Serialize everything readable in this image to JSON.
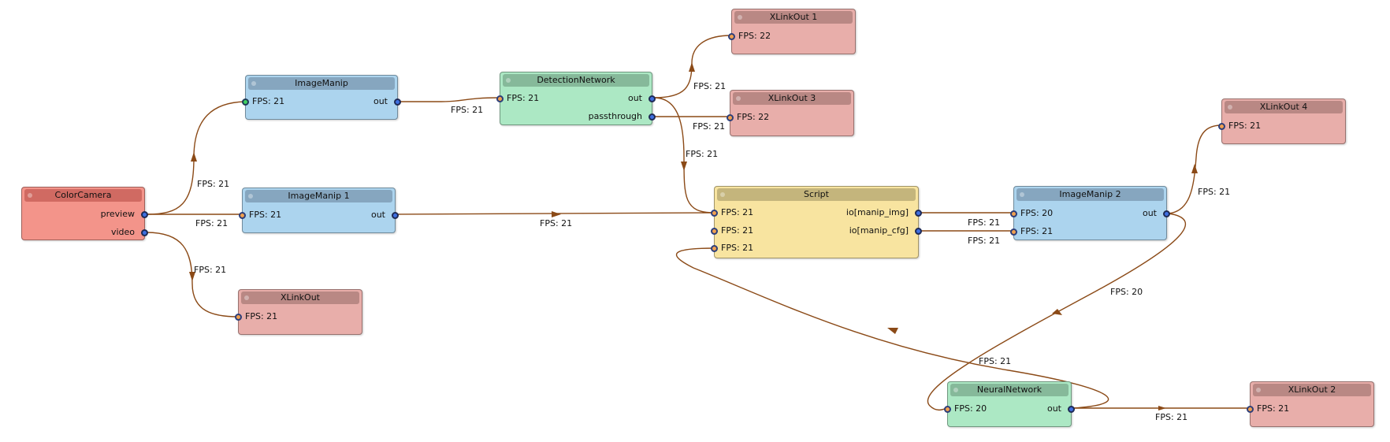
{
  "graph": {
    "colors": {
      "wire": "#8b4a17",
      "camera": "#f3948a",
      "xlink": "#e8aeaa",
      "manip": "#acd4ee",
      "network": "#ace8c4",
      "script": "#f8e4a0"
    },
    "nodes": {
      "color_camera": {
        "title": "ColorCamera",
        "out_preview": "preview",
        "out_video": "video"
      },
      "image_manip": {
        "title": "ImageManip",
        "in_fps": "FPS: 21",
        "out": "out"
      },
      "image_manip_1": {
        "title": "ImageManip 1",
        "in_fps": "FPS: 21",
        "out": "out"
      },
      "xlinkout": {
        "title": "XLinkOut",
        "in_fps": "FPS: 21"
      },
      "detection_network": {
        "title": "DetectionNetwork",
        "in_fps": "FPS: 21",
        "out": "out",
        "out_passthrough": "passthrough"
      },
      "xlinkout_1": {
        "title": "XLinkOut 1",
        "in_fps": "FPS: 22"
      },
      "xlinkout_3": {
        "title": "XLinkOut 3",
        "in_fps": "FPS: 22"
      },
      "script": {
        "title": "Script",
        "in1_fps": "FPS: 21",
        "in2_fps": "FPS: 21",
        "in3_fps": "FPS: 21",
        "out_manip_img": "io[manip_img]",
        "out_manip_cfg": "io[manip_cfg]"
      },
      "image_manip_2": {
        "title": "ImageManip 2",
        "in1_fps": "FPS: 20",
        "in2_fps": "FPS: 21",
        "out": "out"
      },
      "xlinkout_4": {
        "title": "XLinkOut 4",
        "in_fps": "FPS: 21"
      },
      "neural_network": {
        "title": "NeuralNetwork",
        "in_fps": "FPS: 20",
        "out": "out"
      },
      "xlinkout_2": {
        "title": "XLinkOut 2",
        "in_fps": "FPS: 21"
      }
    },
    "edge_labels": {
      "camera_to_manip": "FPS: 21",
      "camera_to_manip1": "FPS: 21",
      "camera_to_xlinkout": "FPS: 21",
      "manip_to_detection": "FPS: 21",
      "detection_to_xlink1": "FPS: 21",
      "detection_to_xlink3": "FPS: 21",
      "detection_to_script": "FPS: 21",
      "manip1_to_script": "FPS: 21",
      "script_img_to_manip2": "FPS: 21",
      "script_cfg_to_manip2": "FPS: 21",
      "manip2_to_xlink4": "FPS: 21",
      "manip2_to_neural": "FPS: 20",
      "neural_to_script": "FPS: 21",
      "neural_to_xlink2": "FPS: 21"
    }
  }
}
